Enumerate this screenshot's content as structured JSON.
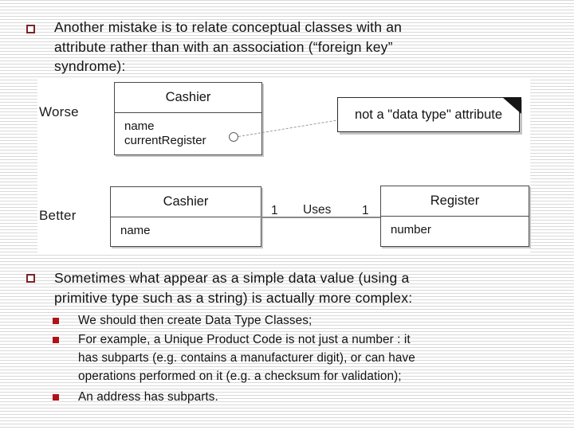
{
  "slide": {
    "bullets": {
      "b1": {
        "lines": [
          "Another mistake is to relate conceptual classes with an",
          "attribute rather than with an association (“foreign key”",
          "syndrome):"
        ]
      },
      "b2": {
        "lines": [
          "Sometimes what appear as a simple data value (using a",
          "primitive type such as a string) is actually more complex:"
        ]
      },
      "sub": [
        {
          "lines": [
            "We should then create Data Type Classes;"
          ]
        },
        {
          "lines": [
            "For example, a Unique Product Code is not just a number : it",
            "has subparts (e.g. contains a manufacturer digit), or can have",
            "operations performed on it (e.g. a checksum for validation);"
          ]
        },
        {
          "lines": [
            "An address has subparts."
          ]
        }
      ]
    }
  },
  "figure": {
    "worse_label": "Worse",
    "better_label": "Better",
    "note_text": "not a \"data type\" attribute",
    "worse_class": {
      "title": "Cashier",
      "attributes": [
        "name",
        "currentRegister"
      ]
    },
    "better_class_left": {
      "title": "Cashier",
      "attributes": [
        "name"
      ]
    },
    "better_class_right": {
      "title": "Register",
      "attributes": [
        "number"
      ]
    },
    "association": {
      "label": "Uses",
      "mult_left": "1",
      "mult_right": "1"
    }
  },
  "colors": {
    "bullet_outline": "#7d2328",
    "bullet_fill": "#b01218",
    "background_line": "#d9d9d9",
    "diagram_border": "#4a4a4a",
    "note_border": "#2b2b2b",
    "shadow": "#c6c6c6",
    "text": "#121212"
  }
}
